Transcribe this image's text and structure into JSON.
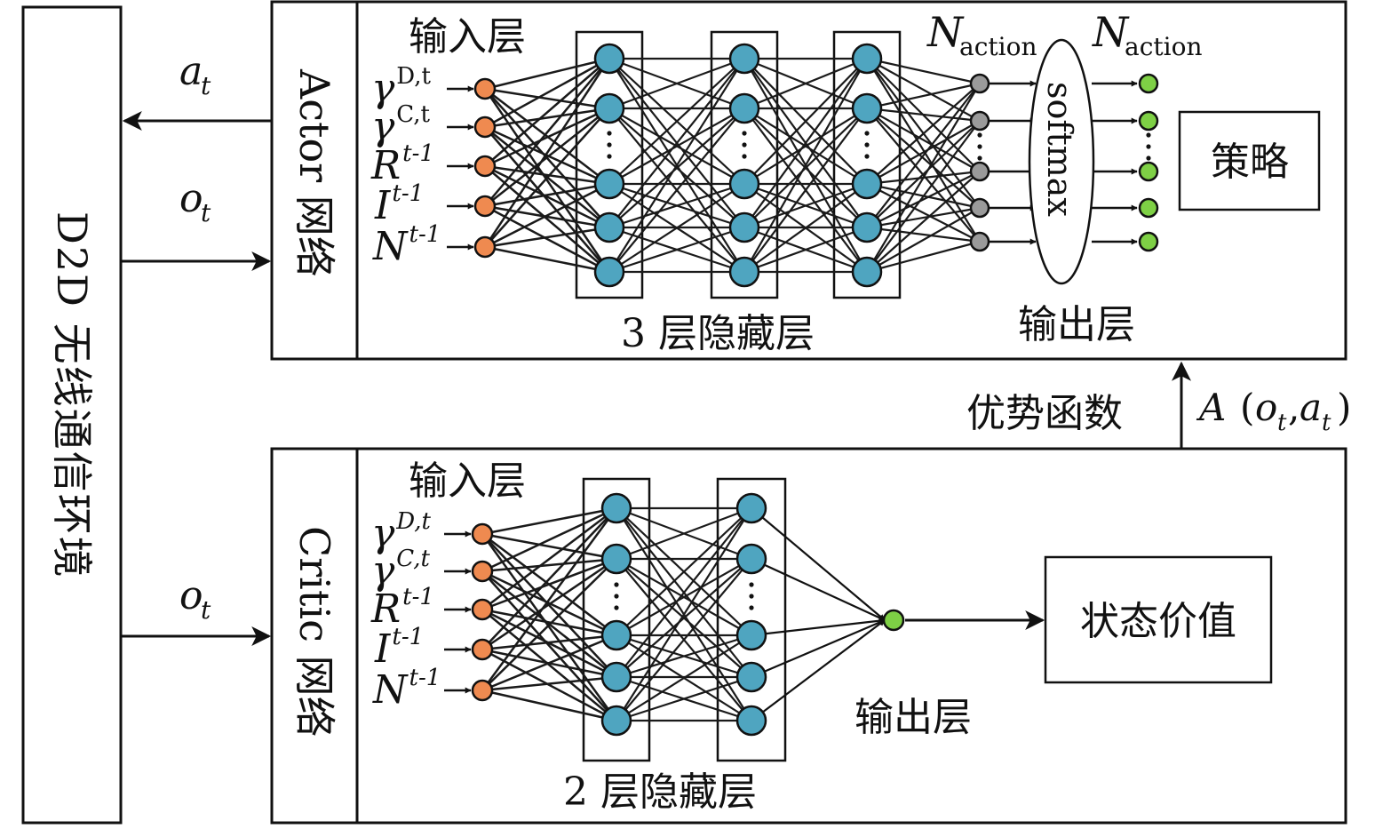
{
  "environment": {
    "label": "D2D 无线通信环境"
  },
  "signals": {
    "action": {
      "sym": "a",
      "sub": "t"
    },
    "obs": {
      "sym": "o",
      "sub": "t"
    }
  },
  "inputs": [
    {
      "sym": "γ",
      "sup": "D,t"
    },
    {
      "sym": "γ",
      "sup": "C,t"
    },
    {
      "sym": "R",
      "sup": "t-1"
    },
    {
      "sym": "I",
      "sup": "t-1"
    },
    {
      "sym": "N",
      "sup": "t-1"
    }
  ],
  "critic_inputs": [
    {
      "sym": "γ",
      "sup": "D,t"
    },
    {
      "sym": "γ",
      "sup": "C,t"
    },
    {
      "sym": "R",
      "sup": "t-1"
    },
    {
      "sym": "I",
      "sup": "t-1"
    },
    {
      "sym": "N",
      "sup": "t-1"
    }
  ],
  "actor": {
    "label": "Actor 网络",
    "input_layer": "输入层",
    "hidden_caption": "3 层隐藏层",
    "n_action": {
      "sym": "N",
      "sub": "action"
    },
    "softmax": "softmax",
    "output_layer": "输出层",
    "policy_box": "策略"
  },
  "advantage": {
    "label": "优势函数",
    "formula": {
      "sym": "A",
      "args": [
        "o",
        "t",
        "a",
        "t"
      ]
    }
  },
  "critic": {
    "label": "Critic 网络",
    "input_layer": "输入层",
    "hidden_caption": "2 层隐藏层",
    "output_layer": "输出层",
    "value_box": "状态价值"
  },
  "colors": {
    "input_node": "#ef8a50",
    "hidden_node": "#4fa5c0",
    "pre_softmax_node": "#9a9a9a",
    "output_node": "#7ed045",
    "line": "#1a1a1a"
  },
  "icons": {
    "dots": "vertical-ellipsis"
  }
}
